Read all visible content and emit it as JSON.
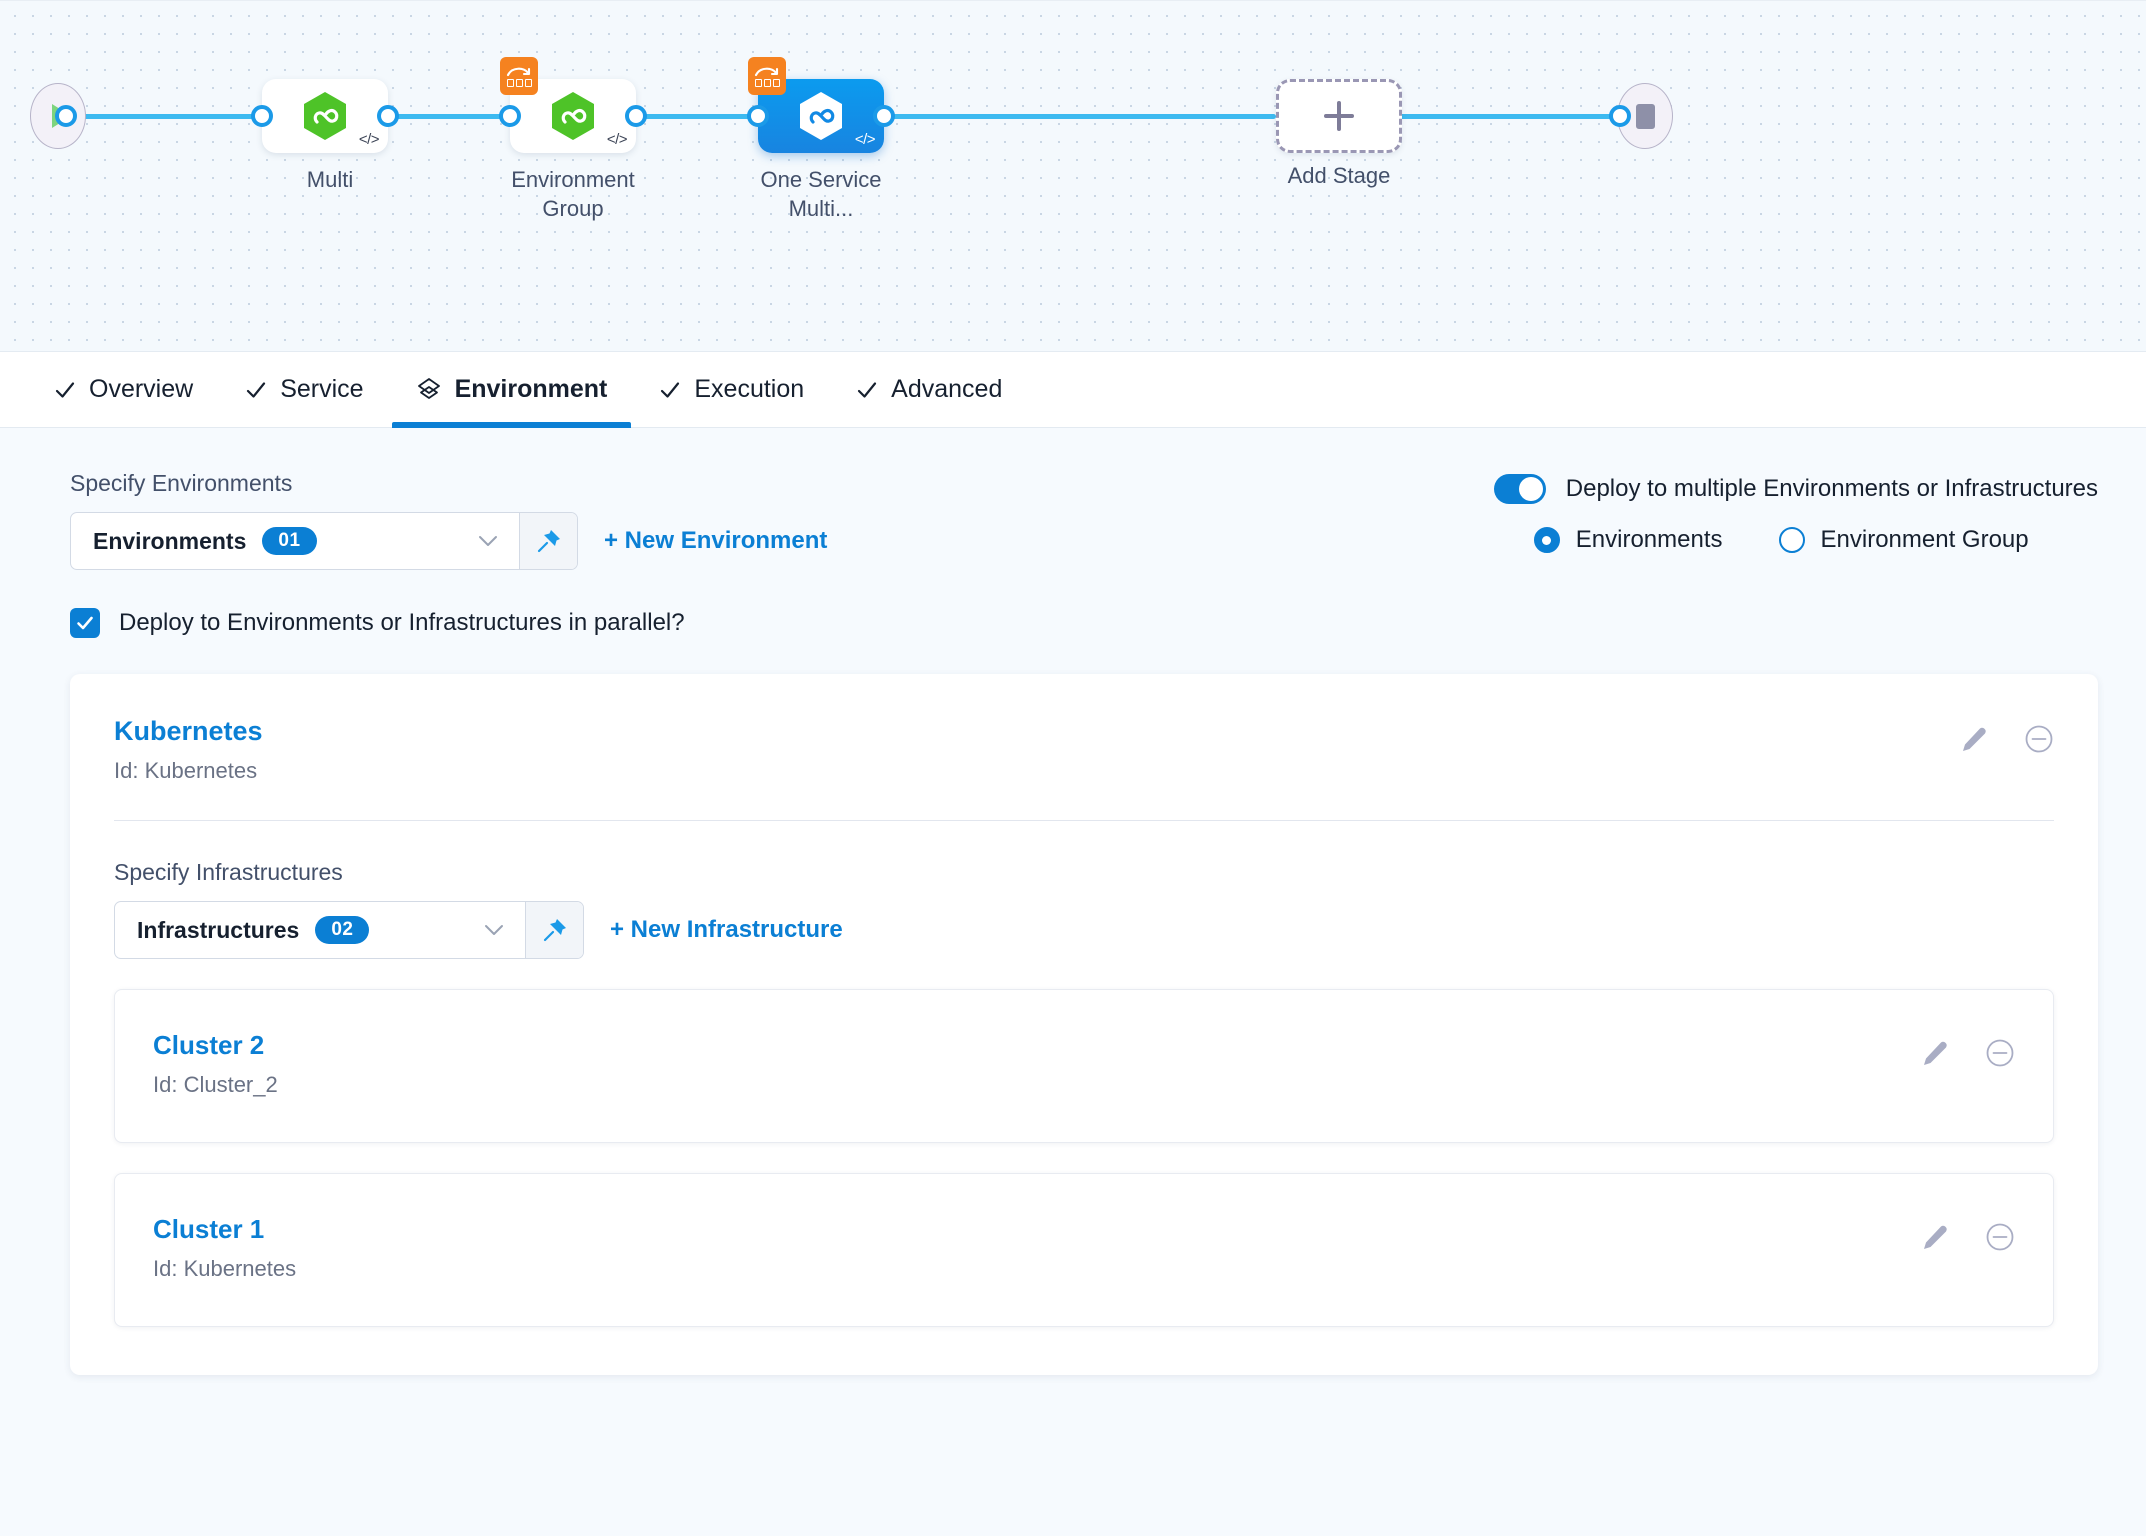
{
  "pipeline": {
    "start_icon": "play-icon",
    "end_icon": "stop-icon",
    "stages": [
      {
        "label": "Multi",
        "icon": "deployment-hexagon-icon",
        "selected": false,
        "has_matrix_badge": false,
        "code_icon": "code-tag-icon"
      },
      {
        "label": "Environment Group",
        "icon": "deployment-hexagon-icon",
        "selected": false,
        "has_matrix_badge": true,
        "code_icon": "code-tag-icon"
      },
      {
        "label": "One Service Multi...",
        "icon": "deployment-hexagon-icon",
        "selected": true,
        "has_matrix_badge": true,
        "code_icon": "code-tag-icon"
      }
    ],
    "add_stage": {
      "label": "Add Stage",
      "icon": "plus-icon"
    }
  },
  "tabs": [
    {
      "label": "Overview",
      "icon": "check-icon",
      "active": false
    },
    {
      "label": "Service",
      "icon": "check-icon",
      "active": false
    },
    {
      "label": "Environment",
      "icon": "layers-icon",
      "active": true
    },
    {
      "label": "Execution",
      "icon": "check-icon",
      "active": false
    },
    {
      "label": "Advanced",
      "icon": "check-icon",
      "active": false
    }
  ],
  "environments_section": {
    "label": "Specify Environments",
    "select_value": "Environments",
    "select_count": "01",
    "pin_icon": "pin-icon",
    "caret_icon": "chevron-down-icon",
    "new_link": "+ New Environment"
  },
  "deploy_options": {
    "toggle_label": "Deploy to multiple Environments or Infrastructures",
    "toggle_on": true,
    "radios": [
      {
        "label": "Environments",
        "selected": true
      },
      {
        "label": "Environment Group",
        "selected": false
      }
    ]
  },
  "parallel_checkbox": {
    "label": "Deploy to Environments or Infrastructures in parallel?",
    "checked": true,
    "icon": "check-icon"
  },
  "environment_card": {
    "name": "Kubernetes",
    "id_text": "Id: Kubernetes",
    "edit_icon": "pencil-icon",
    "remove_icon": "minus-circle-icon"
  },
  "infrastructures_section": {
    "label": "Specify Infrastructures",
    "select_value": "Infrastructures",
    "select_count": "02",
    "pin_icon": "pin-icon",
    "caret_icon": "chevron-down-icon",
    "new_link": "+ New Infrastructure",
    "items": [
      {
        "name": "Cluster 2",
        "id_text": "Id: Cluster_2",
        "edit_icon": "pencil-icon",
        "remove_icon": "minus-circle-icon"
      },
      {
        "name": "Cluster 1",
        "id_text": "Id: Kubernetes",
        "edit_icon": "pencil-icon",
        "remove_icon": "minus-circle-icon"
      }
    ]
  },
  "colors": {
    "accent": "#0b7fd4",
    "link": "#0b7fd4",
    "rail": "#3dbaf0",
    "matrix_badge": "#f58220",
    "hex_green": "#4ec328",
    "selected_stage": "#0b9bef"
  }
}
